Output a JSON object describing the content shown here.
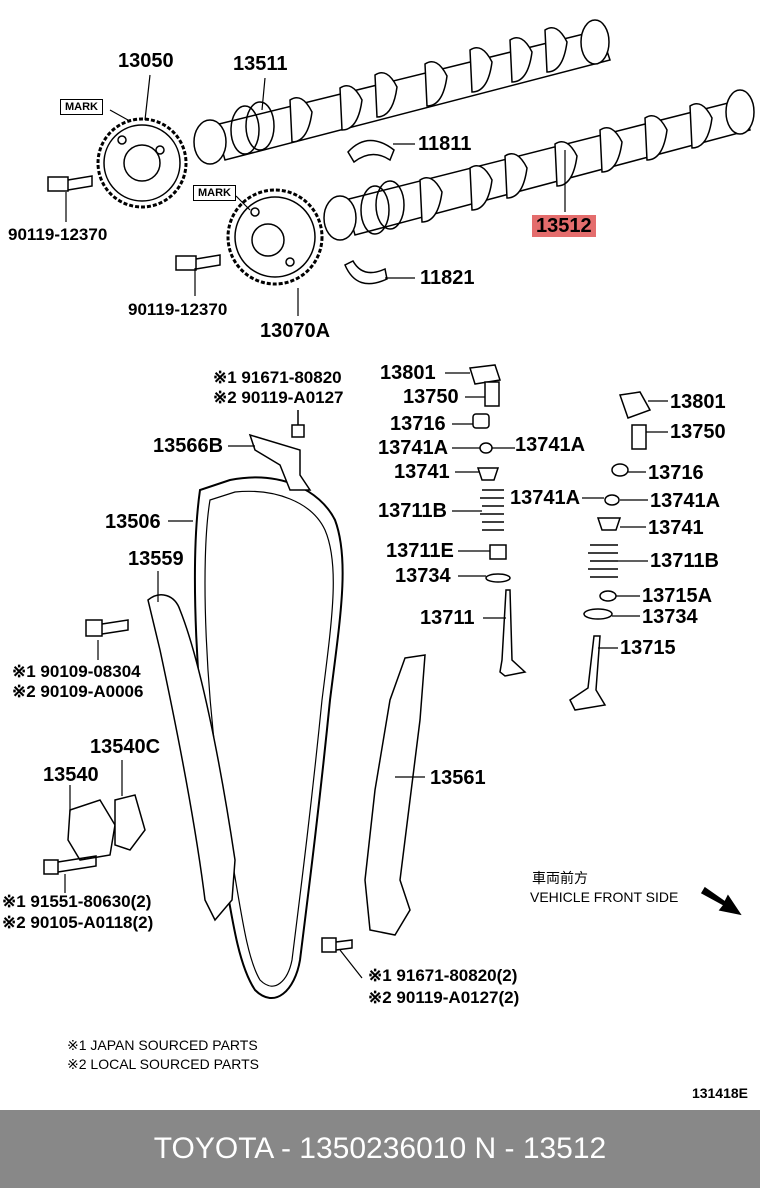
{
  "diagram": {
    "marks": [
      "MARK",
      "MARK"
    ],
    "parts": {
      "p13050": "13050",
      "p13511": "13511",
      "p90119_a": "90119-12370",
      "p11811": "11811",
      "p13512": "13512",
      "p90119_b": "90119-12370",
      "p11821": "11821",
      "p13070A": "13070A",
      "p13801_l": "13801",
      "p13750_l": "13750",
      "p13716_l": "13716",
      "p13741A_l1": "13741A",
      "p13741A_l2": "13741A",
      "p13741_l": "13741",
      "p13711B_l": "13711B",
      "p13711E": "13711E",
      "p13734_l": "13734",
      "p13711": "13711",
      "p13801_r": "13801",
      "p13750_r": "13750",
      "p13716_r": "13716",
      "p13741A_r1": "13741A",
      "p13741A_r2": "13741A",
      "p13741_r": "13741",
      "p13711B_r": "13711B",
      "p13715A": "13715A",
      "p13734_r": "13734",
      "p13715": "13715",
      "p13566B": "13566B",
      "p13506": "13506",
      "p13559": "13559",
      "p13540C": "13540C",
      "p13540": "13540",
      "p13561": "13561"
    },
    "multi": {
      "m1a": "※1 91671-80820",
      "m1b": "※2 90119-A0127",
      "m2a": "※1 90109-08304",
      "m2b": "※2 90109-A0006",
      "m3a": "※1 91551-80630(2)",
      "m3b": "※2 90105-A0118(2)",
      "m4a": "※1  91671-80820(2)",
      "m4b": "※2  90119-A0127(2)"
    },
    "direction_jp": "車両前方",
    "direction_en": "VEHICLE FRONT SIDE",
    "notes": [
      "※1 JAPAN SOURCED PARTS",
      "※2 LOCAL SOURCED PARTS"
    ],
    "ref_code": "131418E"
  },
  "footer": {
    "text": "TOYOTA - 1350236010      N - 13512"
  },
  "colors": {
    "highlight": "#e46d6d",
    "footer_bg": "#888888",
    "footer_text": "#ffffff"
  }
}
